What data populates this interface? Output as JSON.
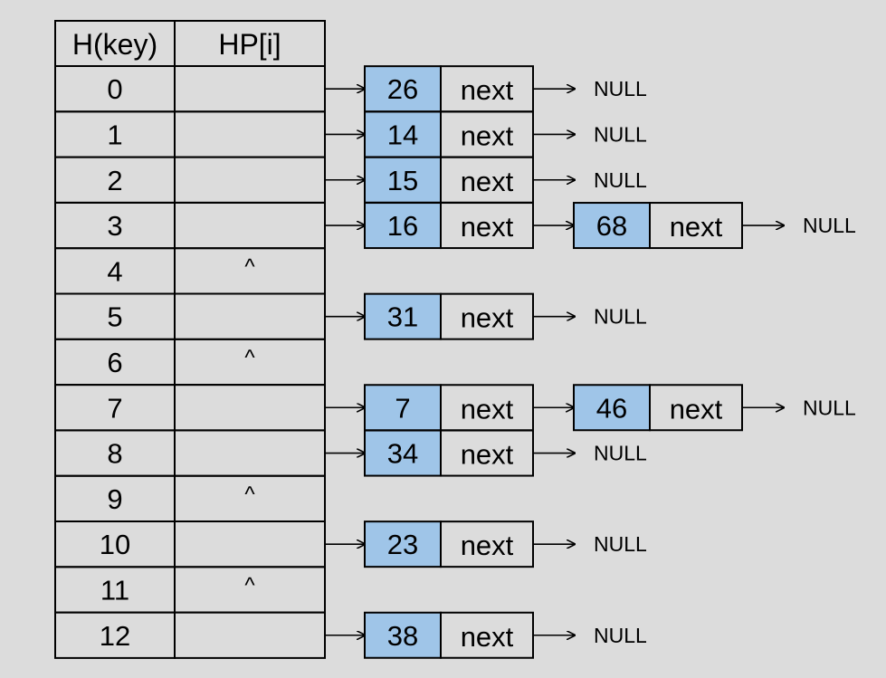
{
  "table": {
    "headers": {
      "key": "H(key)",
      "hp": "HP[i]"
    },
    "rows": [
      {
        "key": "0",
        "hp": "",
        "chain": [
          "26"
        ]
      },
      {
        "key": "1",
        "hp": "",
        "chain": [
          "14"
        ]
      },
      {
        "key": "2",
        "hp": "",
        "chain": [
          "15"
        ]
      },
      {
        "key": "3",
        "hp": "",
        "chain": [
          "16",
          "68"
        ]
      },
      {
        "key": "4",
        "hp": "^",
        "chain": []
      },
      {
        "key": "5",
        "hp": "",
        "chain": [
          "31"
        ]
      },
      {
        "key": "6",
        "hp": "^",
        "chain": []
      },
      {
        "key": "7",
        "hp": "",
        "chain": [
          "7",
          "46"
        ]
      },
      {
        "key": "8",
        "hp": "",
        "chain": [
          "34"
        ]
      },
      {
        "key": "9",
        "hp": "^",
        "chain": []
      },
      {
        "key": "10",
        "hp": "",
        "chain": [
          "23"
        ]
      },
      {
        "key": "11",
        "hp": "^",
        "chain": []
      },
      {
        "key": "12",
        "hp": "",
        "chain": [
          "38"
        ]
      }
    ]
  },
  "labels": {
    "next": "next",
    "null": "NULL"
  },
  "colors": {
    "background": "#dcdcdc",
    "node_value_fill": "#9fc5e8",
    "stroke": "#000000"
  }
}
